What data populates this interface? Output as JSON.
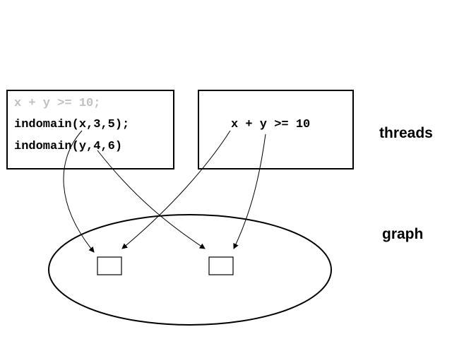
{
  "left_box": {
    "lines": [
      "x + y >= 10;",
      "indomain(x,3,5);",
      "indomain(y,4,6)"
    ],
    "faded_line_color": "#c0c0c0",
    "text_color": "#000000"
  },
  "right_box": {
    "constraint": "x + y >= 10"
  },
  "labels": {
    "threads": "threads",
    "graph": "graph"
  }
}
